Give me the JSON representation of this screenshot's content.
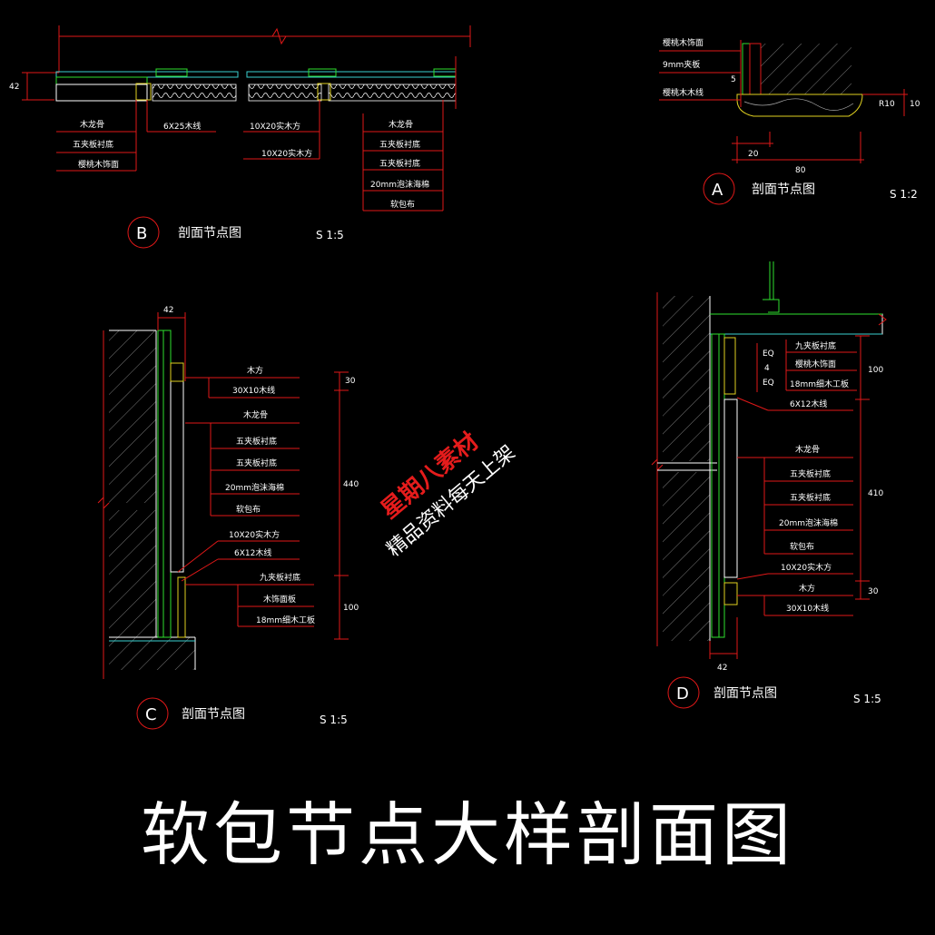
{
  "title": "软包节点大样剖面图",
  "watermark": {
    "line1": "星期八素材",
    "line2": "精品资料每天上架"
  },
  "details": {
    "A": {
      "letter": "A",
      "caption": "剖面节点图",
      "scale": "S 1:2",
      "labels": [
        "樱桃木饰面",
        "9mm夹板",
        "樱桃木木线"
      ],
      "dims": {
        "d5": "5",
        "d20": "20",
        "d80": "80",
        "r10": "R10",
        "d10": "10"
      }
    },
    "B": {
      "letter": "B",
      "caption": "剖面节点图",
      "scale": "S 1:5",
      "dim42": "42",
      "labels_left": [
        "木龙骨",
        "五夹板衬底",
        "樱桃木饰面"
      ],
      "labels_mid": [
        "6X25木线",
        "10X20实木方",
        "10X20实木方"
      ],
      "labels_right": [
        "木龙骨",
        "五夹板衬底",
        "五夹板衬底",
        "20mm泡沫海棉",
        "软包布"
      ]
    },
    "C": {
      "letter": "C",
      "caption": "剖面节点图",
      "scale": "S 1:5",
      "dim42": "42",
      "labels": [
        "木方",
        "30X10木线",
        "木龙骨",
        "五夹板衬底",
        "五夹板衬底",
        "20mm泡沫海棉",
        "软包布",
        "10X20实木方",
        "6X12木线",
        "九夹板衬底",
        "木饰面板",
        "18mm细木工板"
      ],
      "dims": [
        "30",
        "440",
        "100"
      ]
    },
    "D": {
      "letter": "D",
      "caption": "剖面节点图",
      "scale": "S 1:5",
      "dim42": "42",
      "labels": [
        "九夹板衬底",
        "樱桃木饰面",
        "18mm细木工板",
        "6X12木线",
        "木龙骨",
        "五夹板衬底",
        "五夹板衬底",
        "20mm泡沫海棉",
        "软包布",
        "10X20实木方",
        "木方",
        "30X10木线"
      ],
      "dims": [
        "100",
        "410",
        "30"
      ],
      "eq": [
        "EQ",
        "4",
        "EQ"
      ]
    }
  },
  "colors": {
    "line": "#e01818",
    "panel": "#2ee02e",
    "text": "#ffffff",
    "bg": "#000000"
  }
}
